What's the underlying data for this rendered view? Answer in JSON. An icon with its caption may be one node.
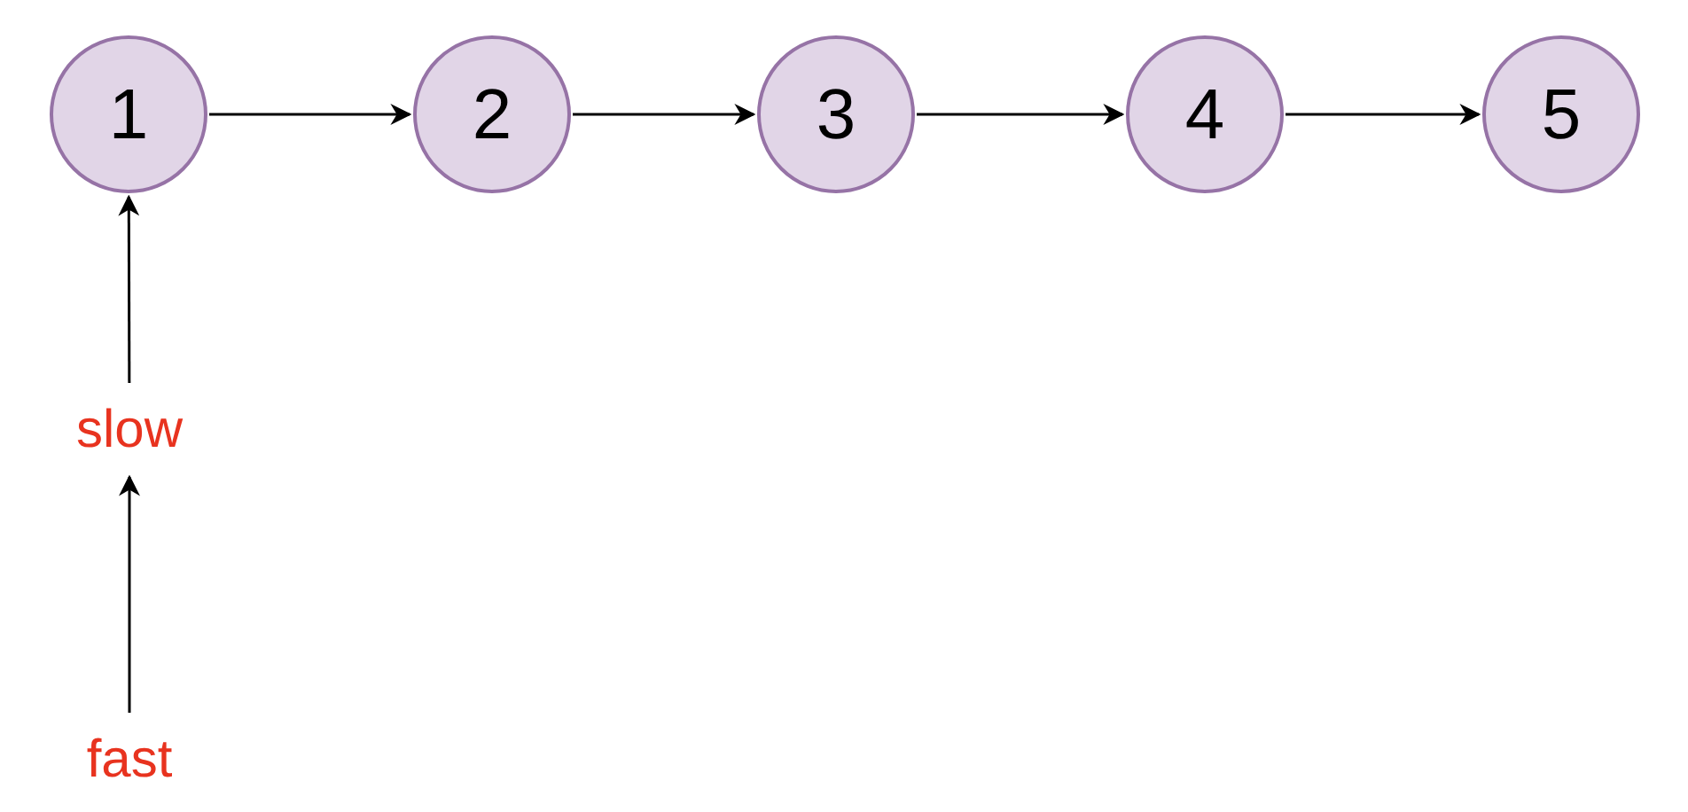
{
  "diagram": {
    "nodes": [
      {
        "text": [
          "1"
        ]
      },
      {
        "text": [
          "2"
        ]
      },
      {
        "text": [
          "3"
        ]
      },
      {
        "text": [
          "4"
        ]
      },
      {
        "text": [
          "5"
        ]
      },
      {
        "text": [
          "slow"
        ]
      },
      {
        "text": [
          "fast"
        ]
      }
    ],
    "edges": [
      {
        "from": 0,
        "to": 1,
        "arrow": "to"
      },
      {
        "from": 1,
        "to": 2,
        "arrow": "to"
      },
      {
        "from": 2,
        "to": 3,
        "arrow": "to"
      },
      {
        "from": 3,
        "to": 4,
        "arrow": "to"
      },
      {
        "from": 5,
        "to": 0,
        "arrow": "to"
      },
      {
        "from": 6,
        "to": 5,
        "arrow": "to"
      }
    ]
  }
}
